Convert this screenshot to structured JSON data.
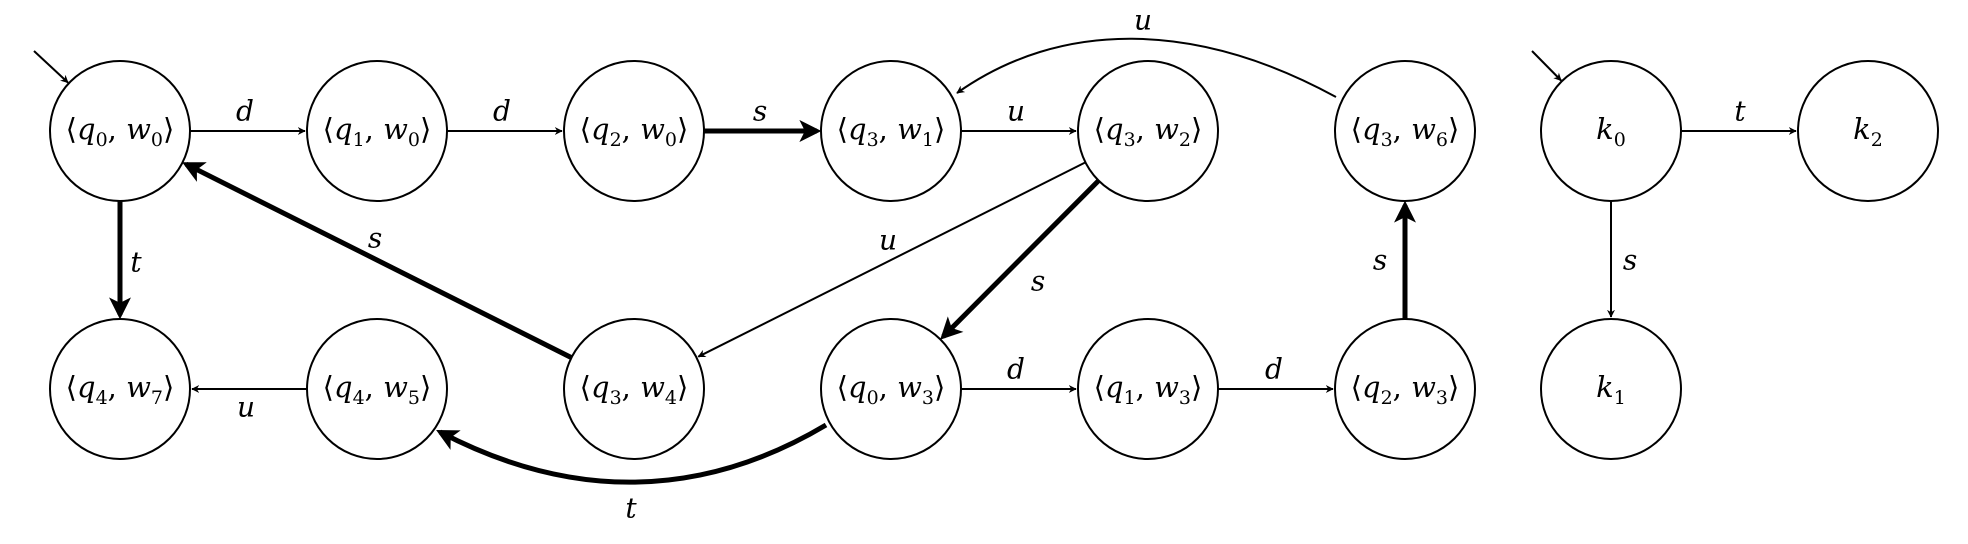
{
  "nodes": [
    {
      "id": "q0w0",
      "state": "q",
      "state_sub": "0",
      "world": "w",
      "world_sub": "0",
      "initial": true
    },
    {
      "id": "q1w0",
      "state": "q",
      "state_sub": "1",
      "world": "w",
      "world_sub": "0"
    },
    {
      "id": "q2w0",
      "state": "q",
      "state_sub": "2",
      "world": "w",
      "world_sub": "0"
    },
    {
      "id": "q3w1",
      "state": "q",
      "state_sub": "3",
      "world": "w",
      "world_sub": "1"
    },
    {
      "id": "q3w2",
      "state": "q",
      "state_sub": "3",
      "world": "w",
      "world_sub": "2"
    },
    {
      "id": "q3w6",
      "state": "q",
      "state_sub": "3",
      "world": "w",
      "world_sub": "6"
    },
    {
      "id": "q4w7",
      "state": "q",
      "state_sub": "4",
      "world": "w",
      "world_sub": "7"
    },
    {
      "id": "q4w5",
      "state": "q",
      "state_sub": "4",
      "world": "w",
      "world_sub": "5"
    },
    {
      "id": "q3w4",
      "state": "q",
      "state_sub": "3",
      "world": "w",
      "world_sub": "4"
    },
    {
      "id": "q0w3",
      "state": "q",
      "state_sub": "0",
      "world": "w",
      "world_sub": "3"
    },
    {
      "id": "q1w3",
      "state": "q",
      "state_sub": "1",
      "world": "w",
      "world_sub": "3"
    },
    {
      "id": "q2w3",
      "state": "q",
      "state_sub": "2",
      "world": "w",
      "world_sub": "3"
    },
    {
      "id": "k0",
      "state": "k",
      "state_sub": "0",
      "initial": true
    },
    {
      "id": "k2",
      "state": "k",
      "state_sub": "2"
    },
    {
      "id": "k1",
      "state": "k",
      "state_sub": "1"
    }
  ],
  "edges": [
    {
      "from": "q0w0",
      "to": "q1w0",
      "label": "d",
      "weight": "thin"
    },
    {
      "from": "q1w0",
      "to": "q2w0",
      "label": "d",
      "weight": "thin"
    },
    {
      "from": "q2w0",
      "to": "q3w1",
      "label": "s",
      "weight": "thick"
    },
    {
      "from": "q3w1",
      "to": "q3w2",
      "label": "u",
      "weight": "thin"
    },
    {
      "from": "q3w6",
      "to": "q3w1",
      "label": "u",
      "weight": "thin"
    },
    {
      "from": "q0w0",
      "to": "q4w7",
      "label": "t",
      "weight": "thick"
    },
    {
      "from": "q3w4",
      "to": "q0w0",
      "label": "s",
      "weight": "thick"
    },
    {
      "from": "q3w2",
      "to": "q3w4",
      "label": "u",
      "weight": "thin"
    },
    {
      "from": "q3w2",
      "to": "q0w3",
      "label": "s",
      "weight": "thick"
    },
    {
      "from": "q4w5",
      "to": "q4w7",
      "label": "u",
      "weight": "thin"
    },
    {
      "from": "q0w3",
      "to": "q4w5",
      "label": "t",
      "weight": "thick"
    },
    {
      "from": "q0w3",
      "to": "q1w3",
      "label": "d",
      "weight": "thin"
    },
    {
      "from": "q1w3",
      "to": "q2w3",
      "label": "d",
      "weight": "thin"
    },
    {
      "from": "q2w3",
      "to": "q3w6",
      "label": "s",
      "weight": "thick"
    },
    {
      "from": "k0",
      "to": "k2",
      "label": "t",
      "weight": "thin"
    },
    {
      "from": "k0",
      "to": "k1",
      "label": "s",
      "weight": "thin"
    }
  ]
}
